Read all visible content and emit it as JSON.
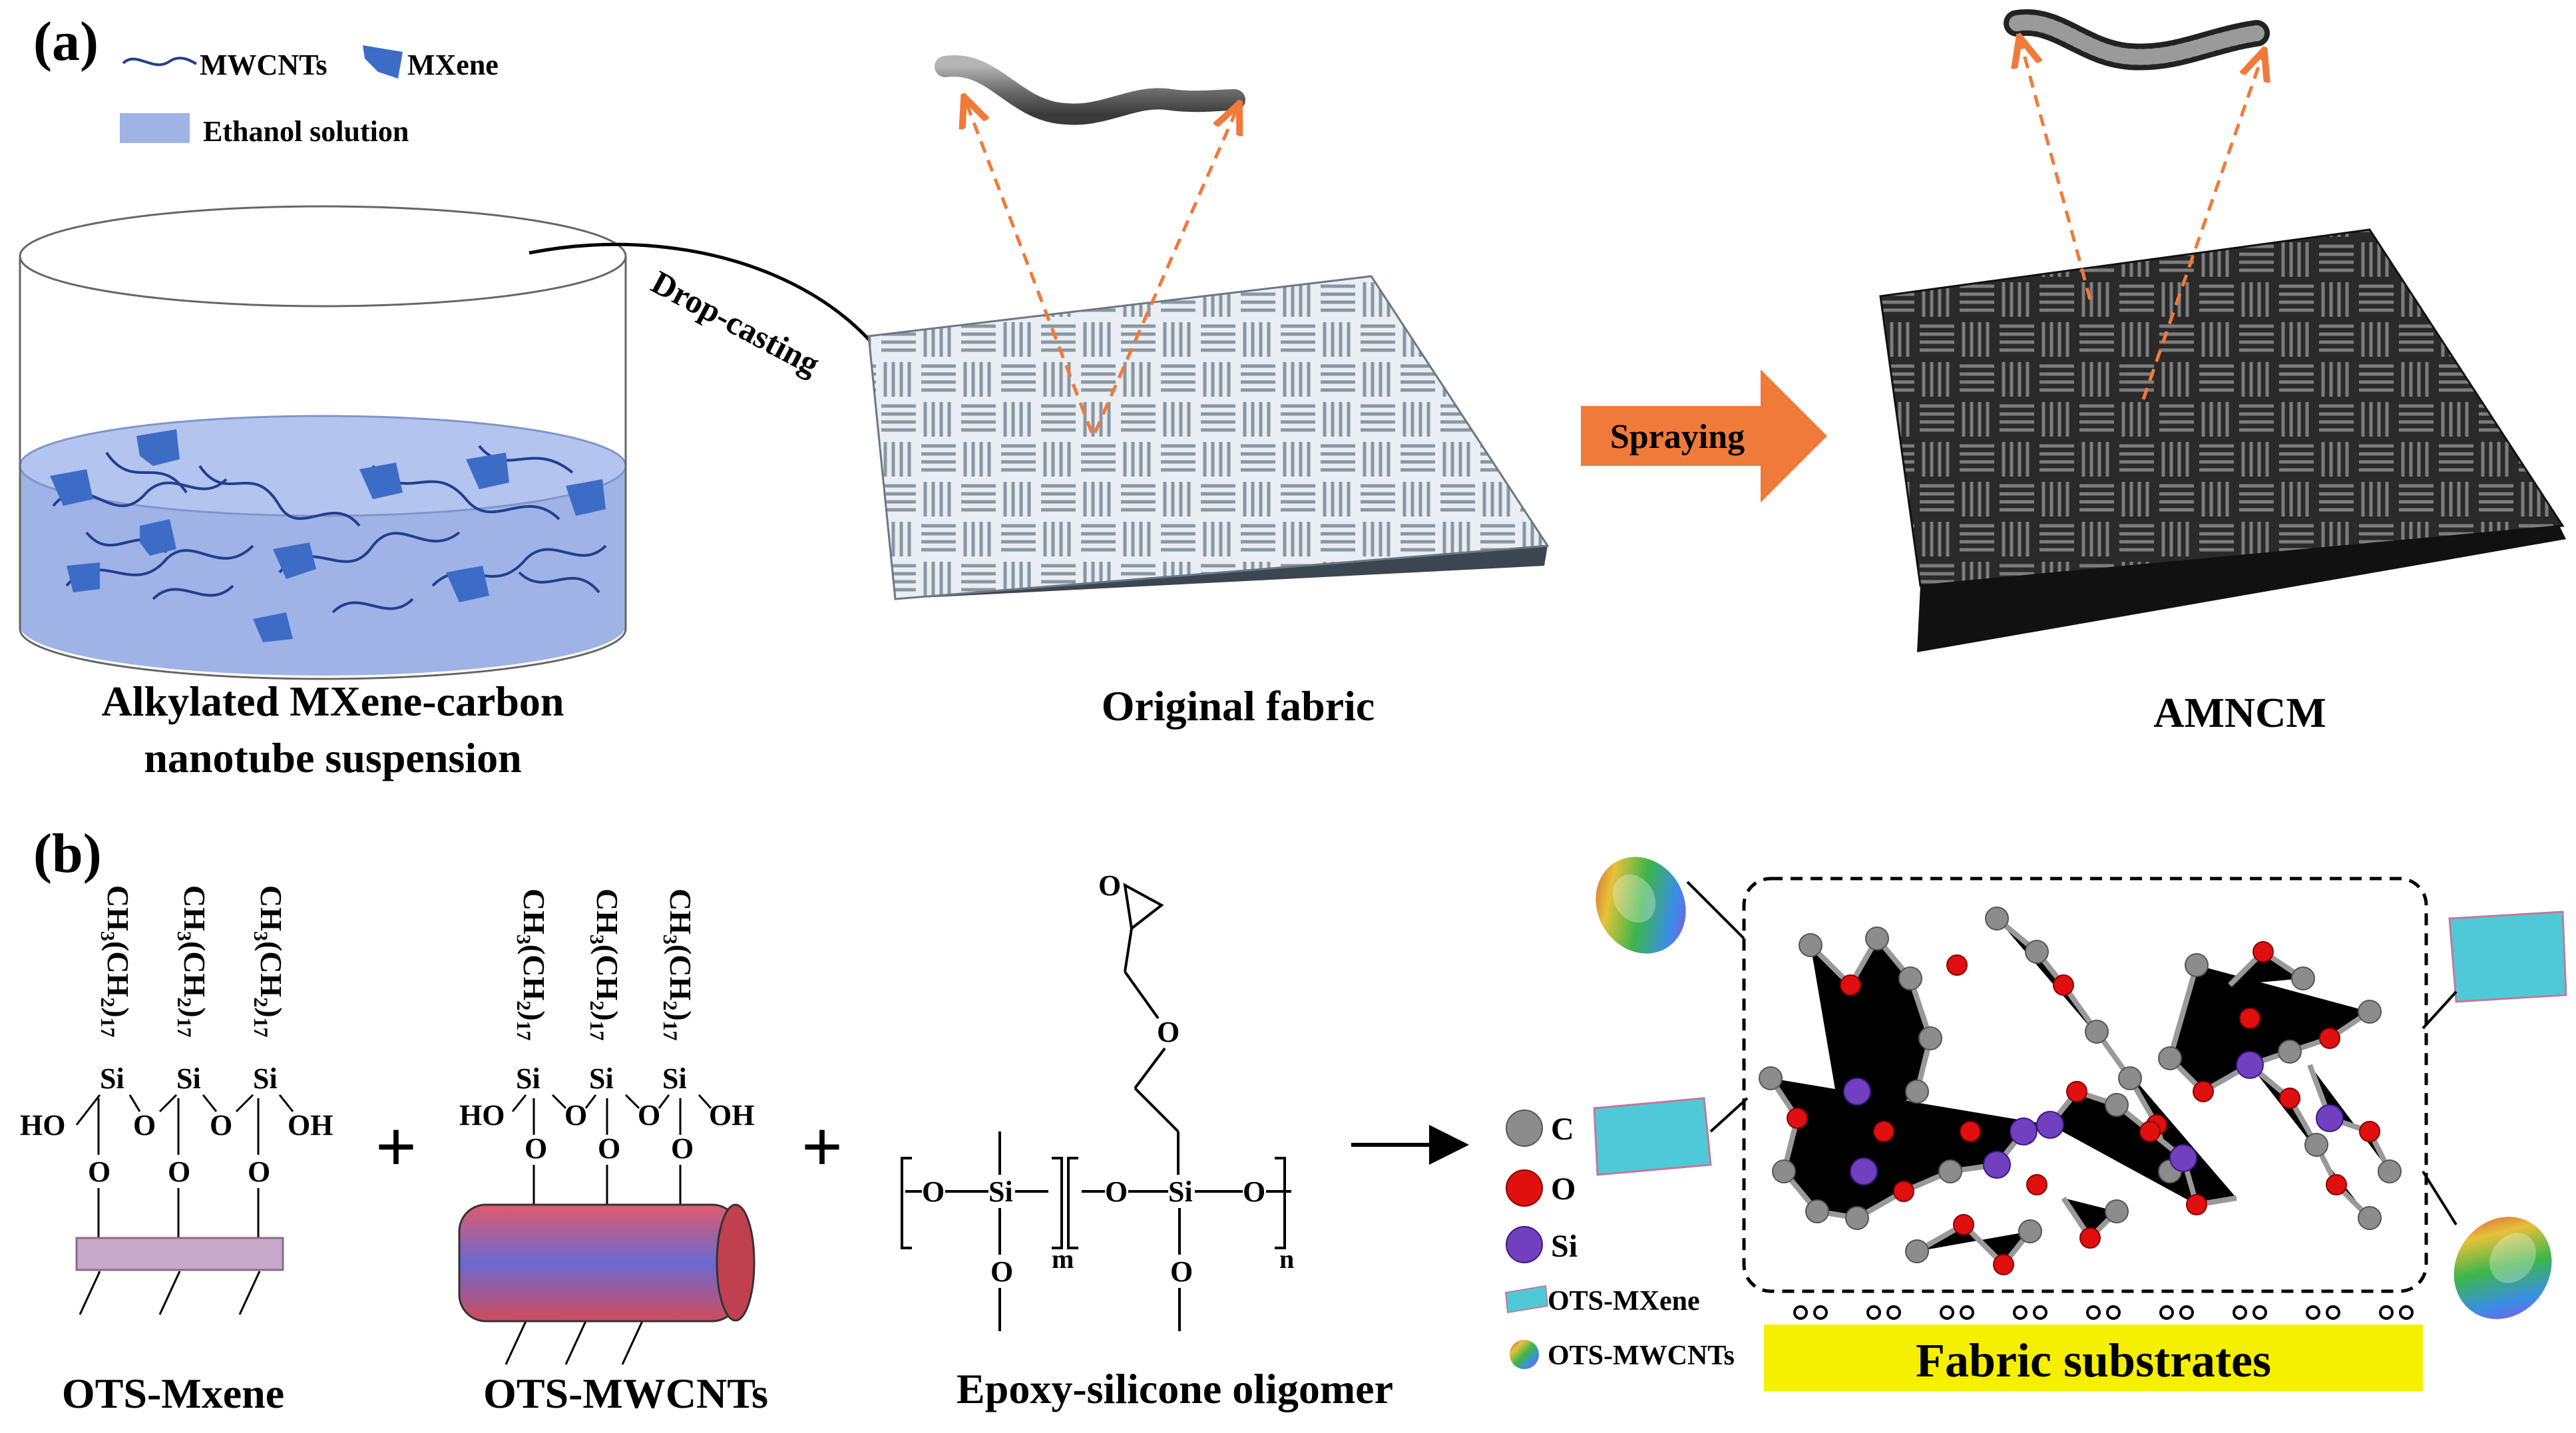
{
  "panel_a": {
    "label": "(a)",
    "legend": {
      "mwcnts": "MWCNTs",
      "mxene": "MXene",
      "ethanol": "Ethanol solution"
    },
    "beaker_caption_line1": "Alkylated MXene-carbon",
    "beaker_caption_line2": "nanotube suspension",
    "arrow_label": "Drop-casting",
    "fabric_caption": "Original fabric",
    "spray_label": "Spraying",
    "coated_caption": "AMNCM"
  },
  "panel_b": {
    "label": "(b)",
    "chain_formula_main": "CH",
    "chain_formula_sub3": "3",
    "chain_formula_mid": "(CH",
    "chain_formula_sub2": "2",
    "chain_formula_end": ")",
    "chain_formula_sub17": "17",
    "si": "Si",
    "o": "O",
    "ho": "HO",
    "oh": "OH",
    "plus": "+",
    "m": "m",
    "n": "n",
    "ots_mxene_caption": "OTS-Mxene",
    "ots_mwcnts_caption": "OTS-MWCNTs",
    "epoxy_caption": "Epoxy-silicone oligomer",
    "key": {
      "c": "C",
      "o": "O",
      "si": "Si",
      "ots_mxene": "OTS-MXene",
      "ots_mwcnts": "OTS-MWCNTs"
    },
    "substrate_label": "Fabric substrates"
  },
  "colors": {
    "ethanol": "#9fb3e6",
    "mxene": "#3d6cc7",
    "arrow_orange": "#f07a3a",
    "substrate": "#f5f000",
    "atom_c": "#8c8c8c",
    "atom_o": "#e01010",
    "atom_si": "#7040c0"
  }
}
